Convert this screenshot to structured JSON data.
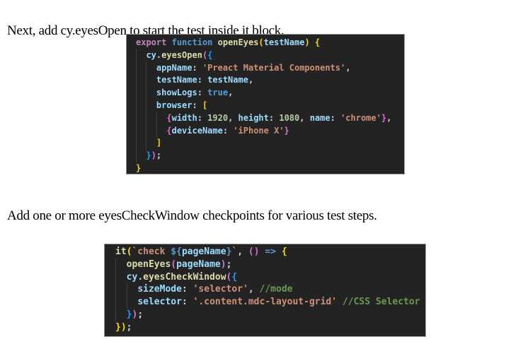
{
  "paragraphs": {
    "p1": "Next, add cy.eyesOpen to start the test inside it block.",
    "p2": "Add one or more eyesCheckWindow checkpoints for various test steps."
  },
  "colors": {
    "page_bg": "#ffffff",
    "doc_text": "#000000",
    "code_bg": "#232323",
    "code_border": "#949494",
    "indent_guide": "#404040",
    "tokens": {
      "ctrl": "#C586C0",
      "kw": "#569CD6",
      "fn": "#DCDCAA",
      "var": "#9CDCFE",
      "str": "#CE9178",
      "num": "#B5CEA8",
      "cmt": "#6A9955",
      "pun": "#D4D4D4",
      "b1": "#FFD700",
      "b2": "#DA70D6",
      "b3": "#179FFF"
    }
  },
  "code_blocks": [
    {
      "name": "openeyes-function-snippet",
      "lines": [
        [
          [
            "export",
            "ctrl"
          ],
          [
            " ",
            "pun"
          ],
          [
            "function",
            "kw"
          ],
          [
            " ",
            "pun"
          ],
          [
            "openEyes",
            "fn"
          ],
          [
            "(",
            "b1"
          ],
          [
            "testName",
            "var"
          ],
          [
            ")",
            "b1"
          ],
          [
            " ",
            "pun"
          ],
          [
            "{",
            "b1"
          ]
        ],
        [
          [
            "  ",
            "pun"
          ],
          [
            "cy",
            "var"
          ],
          [
            ".",
            "pun"
          ],
          [
            "eyesOpen",
            "fn"
          ],
          [
            "(",
            "b2"
          ],
          [
            "{",
            "b3"
          ]
        ],
        [
          [
            "    ",
            "pun"
          ],
          [
            "appName",
            "var"
          ],
          [
            ": ",
            "pun"
          ],
          [
            "'Preact Material Components'",
            "str"
          ],
          [
            ",",
            "pun"
          ]
        ],
        [
          [
            "    ",
            "pun"
          ],
          [
            "testName",
            "var"
          ],
          [
            ": ",
            "pun"
          ],
          [
            "testName",
            "var"
          ],
          [
            ",",
            "pun"
          ]
        ],
        [
          [
            "    ",
            "pun"
          ],
          [
            "showLogs",
            "var"
          ],
          [
            ": ",
            "pun"
          ],
          [
            "true",
            "kw"
          ],
          [
            ",",
            "pun"
          ]
        ],
        [
          [
            "    ",
            "pun"
          ],
          [
            "browser",
            "var"
          ],
          [
            ": ",
            "pun"
          ],
          [
            "[",
            "b1"
          ]
        ],
        [
          [
            "      ",
            "pun"
          ],
          [
            "{",
            "b2"
          ],
          [
            "width",
            "var"
          ],
          [
            ": ",
            "pun"
          ],
          [
            "1920",
            "num"
          ],
          [
            ", ",
            "pun"
          ],
          [
            "height",
            "var"
          ],
          [
            ": ",
            "pun"
          ],
          [
            "1080",
            "num"
          ],
          [
            ", ",
            "pun"
          ],
          [
            "name",
            "var"
          ],
          [
            ": ",
            "pun"
          ],
          [
            "'chrome'",
            "str"
          ],
          [
            "}",
            "b2"
          ],
          [
            ",",
            "pun"
          ]
        ],
        [
          [
            "      ",
            "pun"
          ],
          [
            "{",
            "b2"
          ],
          [
            "deviceName",
            "var"
          ],
          [
            ": ",
            "pun"
          ],
          [
            "'iPhone X'",
            "str"
          ],
          [
            "}",
            "b2"
          ]
        ],
        [
          [
            "    ",
            "pun"
          ],
          [
            "]",
            "b1"
          ]
        ],
        [
          [
            "  ",
            "pun"
          ],
          [
            "}",
            "b3"
          ],
          [
            ")",
            "b2"
          ],
          [
            ";",
            "pun"
          ]
        ],
        [
          [
            "}",
            "b1"
          ]
        ]
      ]
    },
    {
      "name": "eyescheckwindow-snippet",
      "lines": [
        [
          [
            "it",
            "fn"
          ],
          [
            "(",
            "b1"
          ],
          [
            "`check ",
            "str"
          ],
          [
            "${",
            "kw"
          ],
          [
            "pageName",
            "var"
          ],
          [
            "}",
            "kw"
          ],
          [
            "`",
            "str"
          ],
          [
            ", ",
            "pun"
          ],
          [
            "(",
            "b2"
          ],
          [
            ")",
            "b2"
          ],
          [
            " ",
            "pun"
          ],
          [
            "=>",
            "kw"
          ],
          [
            " ",
            "pun"
          ],
          [
            "{",
            "b1"
          ]
        ],
        [
          [
            "  ",
            "pun"
          ],
          [
            "openEyes",
            "fn"
          ],
          [
            "(",
            "b2"
          ],
          [
            "pageName",
            "var"
          ],
          [
            ")",
            "b2"
          ],
          [
            ";",
            "pun"
          ]
        ],
        [
          [
            "  ",
            "pun"
          ],
          [
            "cy",
            "var"
          ],
          [
            ".",
            "pun"
          ],
          [
            "eyesCheckWindow",
            "fn"
          ],
          [
            "(",
            "b2"
          ],
          [
            "{",
            "b3"
          ]
        ],
        [
          [
            "    ",
            "pun"
          ],
          [
            "sizeMode",
            "var"
          ],
          [
            ": ",
            "pun"
          ],
          [
            "'selector'",
            "str"
          ],
          [
            ", ",
            "pun"
          ],
          [
            "//mode",
            "cmt"
          ]
        ],
        [
          [
            "    ",
            "pun"
          ],
          [
            "selector",
            "var"
          ],
          [
            ": ",
            "pun"
          ],
          [
            "'.content.mdc-layout-grid'",
            "str"
          ],
          [
            " ",
            "pun"
          ],
          [
            "//CSS Selector",
            "cmt"
          ]
        ],
        [
          [
            "  ",
            "pun"
          ],
          [
            "}",
            "b3"
          ],
          [
            ")",
            "b2"
          ],
          [
            ";",
            "pun"
          ]
        ],
        [
          [
            "}",
            "b1"
          ],
          [
            ")",
            "b1"
          ],
          [
            ";",
            "pun"
          ]
        ]
      ]
    }
  ]
}
